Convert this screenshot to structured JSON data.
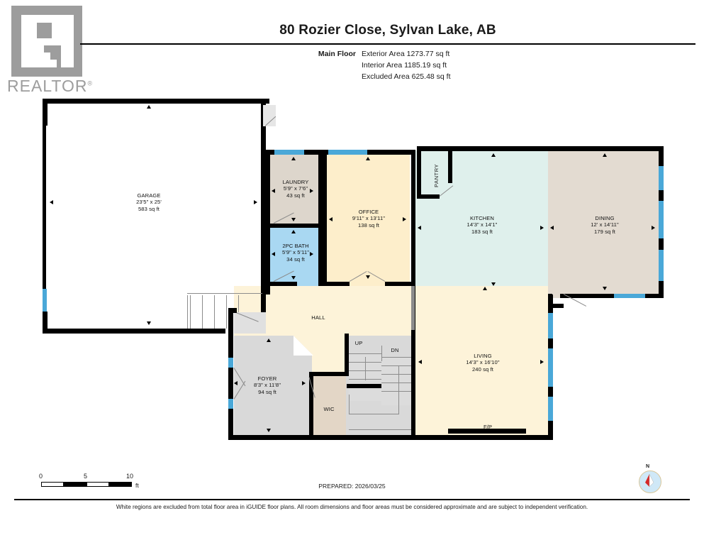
{
  "brand": {
    "logo_text": "REALTOR",
    "logo_registered": "®"
  },
  "header": {
    "title": "80 Rozier Close, Sylvan Lake, AB",
    "floor_label": "Main Floor",
    "area_lines": [
      "Exterior Area 1273.77 sq ft",
      "Interior Area 1185.19 sq ft",
      "Excluded Area 625.48 sq ft"
    ]
  },
  "rooms": [
    {
      "key": "garage",
      "name": "GARAGE",
      "dim": "23'5\" x 25'",
      "sqft": "583 sq ft",
      "fill": "#ffffff"
    },
    {
      "key": "laundry",
      "name": "LAUNDRY",
      "dim": "5'9\" x 7'6\"",
      "sqft": "43 sq ft",
      "fill": "#ddd6cc"
    },
    {
      "key": "bath",
      "name": "2PC BATH",
      "dim": "5'9\" x 5'11\"",
      "sqft": "34 sq ft",
      "fill": "#a9d8f2"
    },
    {
      "key": "office",
      "name": "OFFICE",
      "dim": "9'11\" x 13'11\"",
      "sqft": "138 sq ft",
      "fill": "#fdeecb"
    },
    {
      "key": "kitchen",
      "name": "KITCHEN",
      "dim": "14'3\" x 14'1\"",
      "sqft": "183 sq ft",
      "fill": "#dff0ec"
    },
    {
      "key": "dining",
      "name": "DINING",
      "dim": "12' x 14'11\"",
      "sqft": "179 sq ft",
      "fill": "#e3dbd1"
    },
    {
      "key": "living",
      "name": "LIVING",
      "dim": "14'3\" x 16'10\"",
      "sqft": "240 sq ft",
      "fill": "#fdf3d9"
    },
    {
      "key": "foyer",
      "name": "FOYER",
      "dim": "8'3\" x 11'8\"",
      "sqft": "94 sq ft",
      "fill": "#d9d9d9"
    }
  ],
  "labels": {
    "pantry": "PANTRY",
    "hall": "HALL",
    "wic": "WIC",
    "up": "UP",
    "dn": "DN",
    "fireplace": "F/P"
  },
  "scale": {
    "ticks": [
      "0",
      "5",
      "10"
    ],
    "unit": "ft"
  },
  "compass": {
    "north": "N"
  },
  "footer": {
    "prepared": "PREPARED: 2026/03/25",
    "disclaimer": "White regions are excluded from total floor area in iGUIDE floor plans. All room dimensions and floor areas must be considered approximate and are subject to independent verification."
  },
  "colors": {
    "wall": "#000000",
    "window": "#4aa8d8",
    "logo_gray": "#9d9d9d",
    "kitchen_fill": "#dff0ec",
    "bath_fill": "#a9d8f2",
    "living_fill": "#fdf3d9",
    "office_fill": "#fdeecb",
    "dining_fill": "#e3dbd1",
    "foyer_fill": "#d9d9d9",
    "wic_fill": "#e3d6c6"
  }
}
